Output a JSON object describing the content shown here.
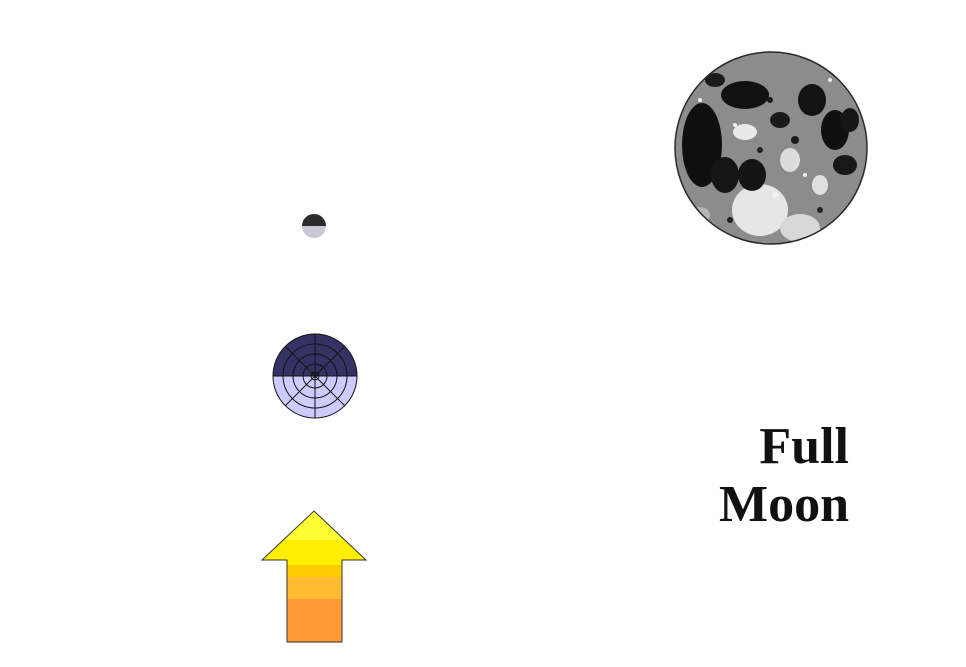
{
  "phase_label": {
    "line1": "Full",
    "line2": "Moon"
  },
  "icons": {
    "moon_small": "half-lit-moon-icon",
    "earth": "earth-globe-icon",
    "sunlight": "sunlight-arrow-icon",
    "moon_photo": "full-moon-image"
  },
  "colors": {
    "moon_dark": "#2b2b2b",
    "moon_lit": "#c9c9d6",
    "earth_night": "#333366",
    "earth_day": "#ccccff",
    "arrow_top": "#ffff33",
    "arrow_mid": "#ffcc00",
    "arrow_bottom": "#ff9933",
    "moon_photo_gray": "#888888"
  }
}
